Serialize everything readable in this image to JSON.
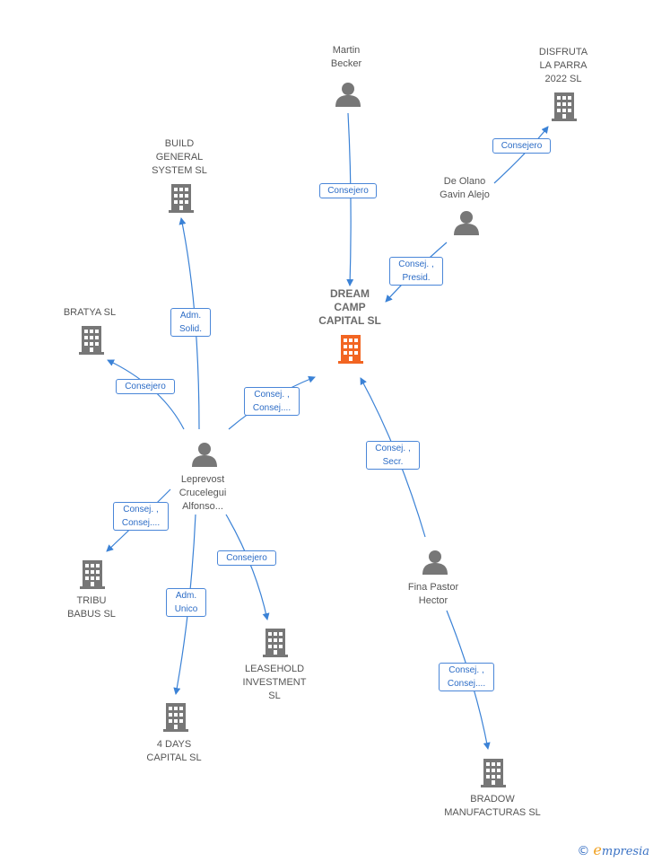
{
  "colors": {
    "edge": "#3b82d6",
    "icon": "#777777",
    "focus_icon": "#f26522"
  },
  "nodes": {
    "martin_becker": {
      "label": "Martin\nBecker",
      "icon": "person-icon"
    },
    "disfruta": {
      "label": "DISFRUTA\nLA PARRA\n2022  SL",
      "icon": "building-icon"
    },
    "build_general": {
      "label": "BUILD\nGENERAL\nSYSTEM  SL",
      "icon": "building-icon"
    },
    "de_olano": {
      "label": "De Olano\nGavin Alejo",
      "icon": "person-icon"
    },
    "dream_camp": {
      "label": "DREAM\nCAMP\nCAPITAL  SL",
      "icon": "building-icon"
    },
    "bratya": {
      "label": "BRATYA  SL",
      "icon": "building-icon"
    },
    "leprevost": {
      "label": "Leprevost\nCrucelegui\nAlfonso...",
      "icon": "person-icon"
    },
    "tribu_babus": {
      "label": "TRIBU\nBABUS  SL",
      "icon": "building-icon"
    },
    "fina_pastor": {
      "label": "Fina Pastor\nHector",
      "icon": "person-icon"
    },
    "leasehold": {
      "label": "LEASEHOLD\nINVESTMENT\nSL",
      "icon": "building-icon"
    },
    "four_days": {
      "label": "4 DAYS\nCAPITAL  SL",
      "icon": "building-icon"
    },
    "bradow": {
      "label": "BRADOW\nMANUFACTURAS SL",
      "icon": "building-icon"
    }
  },
  "edges": {
    "becker_dream": "Consejero",
    "olano_disfruta": "Consejero",
    "olano_dream": "Consej. ,\nPresid.",
    "lep_build": "Adm.\nSolid.",
    "lep_bratya": "Consejero",
    "lep_dream": "Consej. ,\nConsej....",
    "lep_tribu": "Consej. ,\nConsej....",
    "lep_leasehold": "Consejero",
    "lep_fourdays": "Adm.\nUnico",
    "fina_dream": "Consej. ,\nSecr.",
    "fina_bradow": "Consej. ,\nConsej...."
  },
  "footer": {
    "copyright": "©",
    "brand_initial": "e",
    "brand_rest": "mpresia"
  }
}
